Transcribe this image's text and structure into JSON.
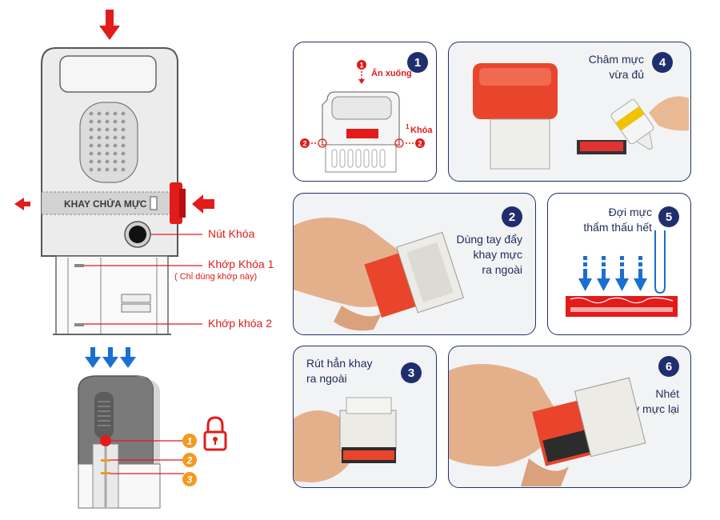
{
  "left_diagram": {
    "tray_label": "KHAY CHỨA MỰC",
    "callouts": {
      "lock_button": "Nút Khóa",
      "joint_1": "Khớp Khóa 1",
      "joint_1_note": "( Chỉ dùng khớp này)",
      "joint_2": "Khớp khóa 2"
    },
    "lock_positions": [
      "1",
      "2",
      "3"
    ],
    "colors": {
      "red": "#e21b1b",
      "blue": "#1a6fd1",
      "orange": "#f39a1f"
    }
  },
  "steps": [
    {
      "number": "1",
      "labels": {
        "press": "Ấn xuống",
        "lock": "Khóa",
        "n1": "1",
        "n2": "2",
        "sup": "1"
      }
    },
    {
      "number": "2",
      "caption": [
        "Dùng tay đẩy",
        "khay mực",
        "ra ngoài"
      ]
    },
    {
      "number": "3",
      "caption": [
        "Rút hẳn khay",
        "ra ngoài"
      ]
    },
    {
      "number": "4",
      "caption": [
        "Châm mực",
        "vừa đủ"
      ]
    },
    {
      "number": "5",
      "caption": [
        "Đợi mực",
        "thẩm thấu hết"
      ]
    },
    {
      "number": "6",
      "caption": [
        "Nhét",
        "khay mực lại"
      ]
    }
  ]
}
